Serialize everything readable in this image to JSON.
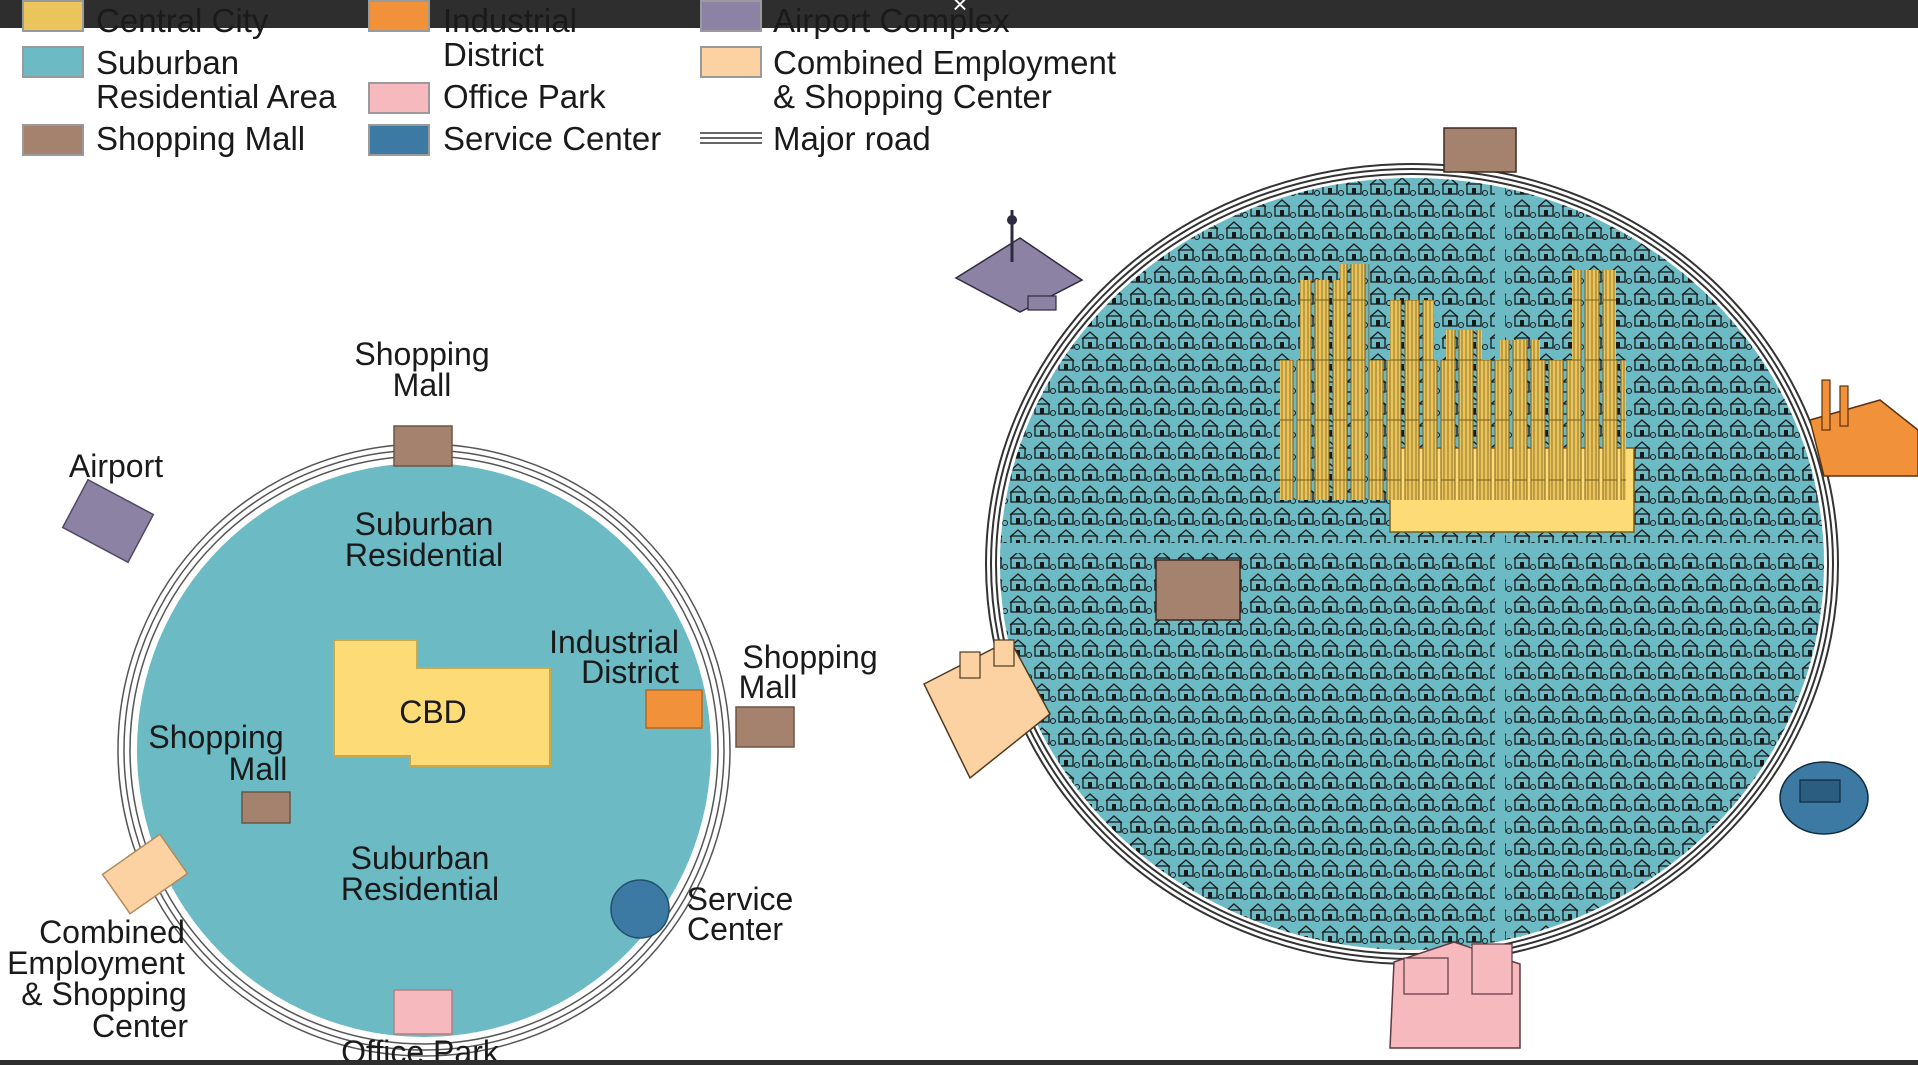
{
  "window": {
    "close_icon": "×"
  },
  "legend": {
    "items": [
      {
        "label": "Central City",
        "color": "#e9c55b"
      },
      {
        "label": "Suburban\nResidential Area",
        "color": "#6cbac4"
      },
      {
        "label": "Shopping Mall",
        "color": "#a5826d"
      },
      {
        "label": "Industrial\nDistrict",
        "color": "#f1913a"
      },
      {
        "label": "Office Park",
        "color": "#f5b9be"
      },
      {
        "label": "Service Center",
        "color": "#3c7aa3"
      },
      {
        "label": "Airport Complex",
        "color": "#8c82a3"
      },
      {
        "label": "Combined Employment\n& Shopping Center",
        "color": "#fcd2a2"
      },
      {
        "label": "Major road",
        "icon": "triple-line-icon"
      }
    ]
  },
  "diagram": {
    "labels": {
      "shopping_mall_top_1": "Shopping",
      "shopping_mall_top_2": "Mall",
      "airport": "Airport",
      "suburban_top_1": "Suburban",
      "suburban_top_2": "Residential",
      "industrial_1": "Industrial",
      "industrial_2": "District",
      "shopping_mall_right_1": "Shopping",
      "shopping_mall_right_2": "Mall",
      "cbd": "CBD",
      "shopping_mall_left_1": "Shopping",
      "shopping_mall_left_2": "Mall",
      "suburban_bottom_1": "Suburban",
      "suburban_bottom_2": "Residential",
      "service_center_1": "Service",
      "service_center_2": "Center",
      "combined_1": "Combined",
      "combined_2": "Employment",
      "combined_3": "& Shopping",
      "combined_4": "Center",
      "office_park": "Office Park"
    }
  },
  "illustration": {
    "icons": [
      "city-skyline-icon",
      "airport-icon",
      "industrial-icon",
      "office-park-icon",
      "service-center-icon",
      "shopping-mall-icon",
      "combined-center-icon",
      "houses-icon"
    ]
  }
}
